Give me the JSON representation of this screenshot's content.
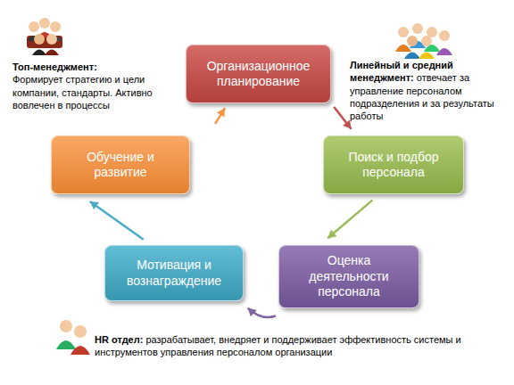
{
  "diagram": {
    "nodes": [
      {
        "text": [
          "Организационное планирование"
        ]
      },
      {
        "text": [
          "Поиск и подбор персонала"
        ]
      },
      {
        "text": [
          "Оценка деятельности персонала"
        ]
      },
      {
        "text": [
          "Мотивация и вознаграждение"
        ]
      },
      {
        "text": [
          "Обучение и развитие"
        ]
      }
    ],
    "edges": [
      {
        "from": 0,
        "to": 1,
        "arrow": "to"
      },
      {
        "from": 1,
        "to": 2,
        "arrow": "to"
      },
      {
        "from": 2,
        "to": 3,
        "arrow": "to"
      },
      {
        "from": 3,
        "to": 4,
        "arrow": "to"
      },
      {
        "from": 4,
        "to": 0,
        "arrow": "to"
      }
    ],
    "labels": [
      "Топ-менеджмент:",
      "Формирует стратегию и  цели компании, стандарты. Активно вовлечен в процессы",
      "Линейный и средний менеджмент:",
      "отвечает за управление персоналом подразделения и за результаты работы",
      "HR отдел:",
      "разрабатывает, внедряет и поддерживает эффективность системы и инструментов управления персоналом организации"
    ]
  }
}
